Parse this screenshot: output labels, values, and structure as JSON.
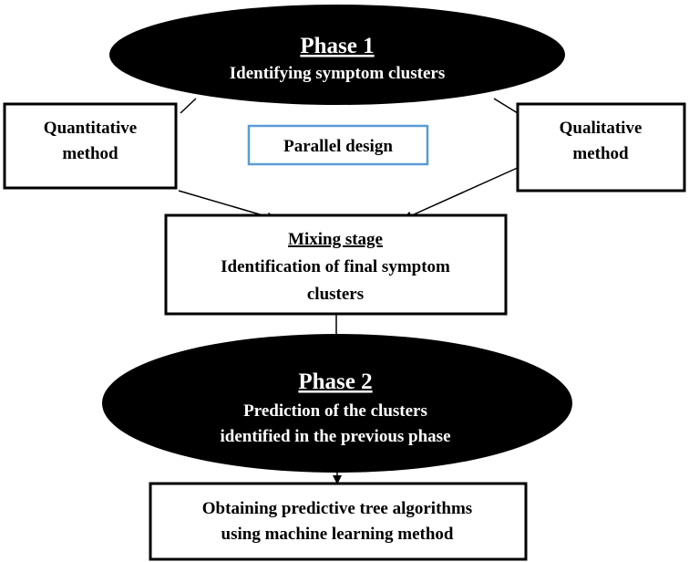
{
  "phase1": {
    "title": "Phase 1",
    "subtitle": "Identifying symptom clusters"
  },
  "quantitative": {
    "line1": "Quantitative",
    "line2": "method"
  },
  "qualitative": {
    "line1": "Qualitative",
    "line2": "method"
  },
  "parallel": {
    "label": "Parallel design",
    "border_color": "#5b9bd5"
  },
  "mixing": {
    "title": "Mixing stage",
    "line1": "Identification of final symptom",
    "line2": "clusters"
  },
  "phase2": {
    "title": "Phase 2",
    "line1": "Prediction of the clusters",
    "line2": "identified in the previous phase"
  },
  "output": {
    "line1": "Obtaining predictive tree algorithms",
    "line2": "using machine learning method"
  },
  "colors": {
    "ellipse_fill": "#000000",
    "ellipse_text": "#ffffff",
    "box_stroke": "#000000",
    "text": "#000000"
  }
}
